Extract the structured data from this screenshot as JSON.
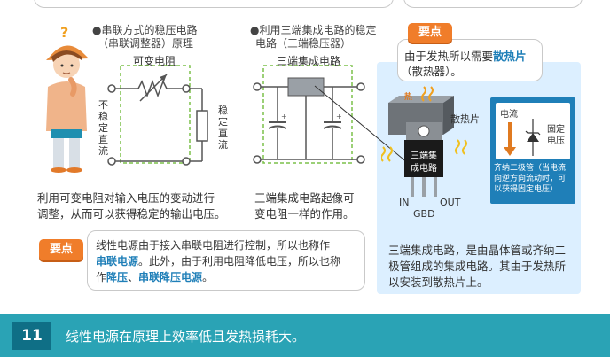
{
  "left": {
    "title_line1": "●串联方式的稳压电路",
    "title_line2": "（串联调整器）原理",
    "resistor_label": "可变电阻",
    "input_label": "不稳定直流",
    "output_label": "稳定直流",
    "desc_line1": "利用可变电阻对输入电压的变动进行",
    "desc_line2": "调整，从而可以获得稳定的输出电压。"
  },
  "middle": {
    "title_line1": "●利用三端集成电路的稳定",
    "title_line2": "电路（三端稳压器）",
    "ic_label": "三端集成电路",
    "desc_line1": "三端集成电路起像可",
    "desc_line2": "变电阻一样的作用。"
  },
  "keypoint_top": {
    "badge": "要点",
    "line1_prefix": "由于发热所以需要",
    "line1_highlight": "散热片",
    "line2": "（散热器）。"
  },
  "right": {
    "heat_label": "热",
    "heatsink_label": "散热片",
    "ic_label_line1": "三端集",
    "ic_label_line2": "成电路",
    "pin_in": "IN",
    "pin_gnd": "GBD",
    "pin_out": "OUT",
    "inset_current": "电流",
    "inset_fixed_voltage_1": "固定",
    "inset_fixed_voltage_2": "电压",
    "inset_note_1": "齐纳二极管（当电流",
    "inset_note_2": "向逆方向流动时，可",
    "inset_note_3": "以获得固定电压）",
    "desc_line1": "三端集成电路，是由晶体管或齐纳二",
    "desc_line2": "极管组成的集成电路。其由于发热所",
    "desc_line3": "以安装到散热片上。"
  },
  "keypoint_bottom": {
    "badge": "要点",
    "line1": "线性电源由于接入串联电阻进行控制，所以也称作",
    "line2_hl": "串联电源",
    "line2_rest": "。此外，由于利用电阻降低电压，所以也称",
    "line3_a": "作",
    "line3_hl1": "降压",
    "line3_b": "、",
    "line3_hl2": "串联降压电源",
    "line3_c": "。"
  },
  "footer": {
    "page_number": "11",
    "message": "线性电源在原理上效率低且发热损耗大。"
  },
  "colors": {
    "accent_orange": "#f07d2a",
    "blue_text": "#1f7fb8",
    "footer_teal": "#2aa3b5",
    "footer_dark": "#0f6f86",
    "dashed_green": "#7cc04a",
    "right_panel_bg": "#dcefff"
  }
}
